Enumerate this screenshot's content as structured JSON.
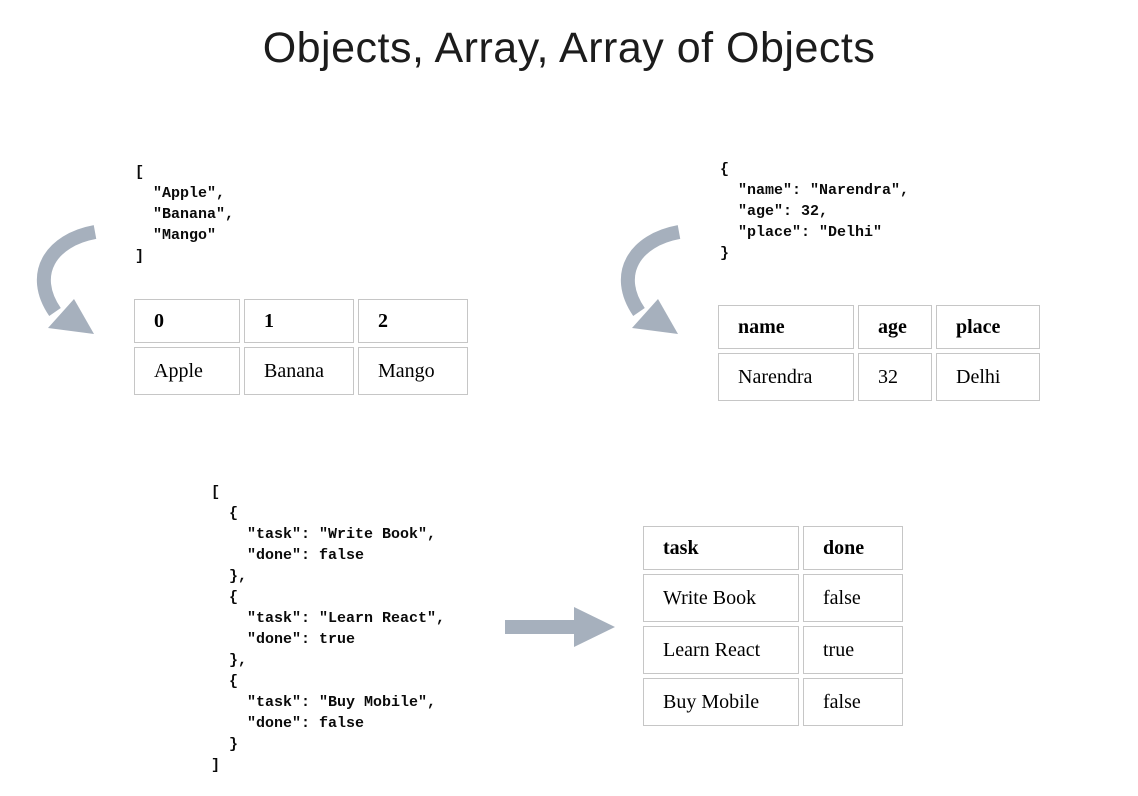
{
  "page": {
    "title": "Objects, Array, Array of Objects"
  },
  "colors": {
    "arrow": "#a6b0bd",
    "table_border": "#c6c6c6",
    "code_text": "#0a0a0a",
    "title_text": "#1c1c1c",
    "page_bg": "#ffffff"
  },
  "icons": {
    "curved_arrow": "curved-arrow-icon",
    "right_arrow": "right-arrow-icon"
  },
  "sections": {
    "array": {
      "code": "[\n  \"Apple\",\n  \"Banana\",\n  \"Mango\"\n]",
      "table": {
        "headers": [
          "0",
          "1",
          "2"
        ],
        "rows": [
          [
            "Apple",
            "Banana",
            "Mango"
          ]
        ]
      }
    },
    "object": {
      "code": "{\n  \"name\": \"Narendra\",\n  \"age\": 32,\n  \"place\": \"Delhi\"\n}",
      "table": {
        "headers": [
          "name",
          "age",
          "place"
        ],
        "rows": [
          [
            "Narendra",
            "32",
            "Delhi"
          ]
        ]
      }
    },
    "array_of_objects": {
      "code": "[\n  {\n    \"task\": \"Write Book\",\n    \"done\": false\n  },\n  {\n    \"task\": \"Learn React\",\n    \"done\": true\n  },\n  {\n    \"task\": \"Buy Mobile\",\n    \"done\": false\n  }\n]",
      "table": {
        "headers": [
          "task",
          "done"
        ],
        "rows": [
          [
            "Write Book",
            "false"
          ],
          [
            "Learn React",
            "true"
          ],
          [
            "Buy Mobile",
            "false"
          ]
        ]
      }
    }
  }
}
